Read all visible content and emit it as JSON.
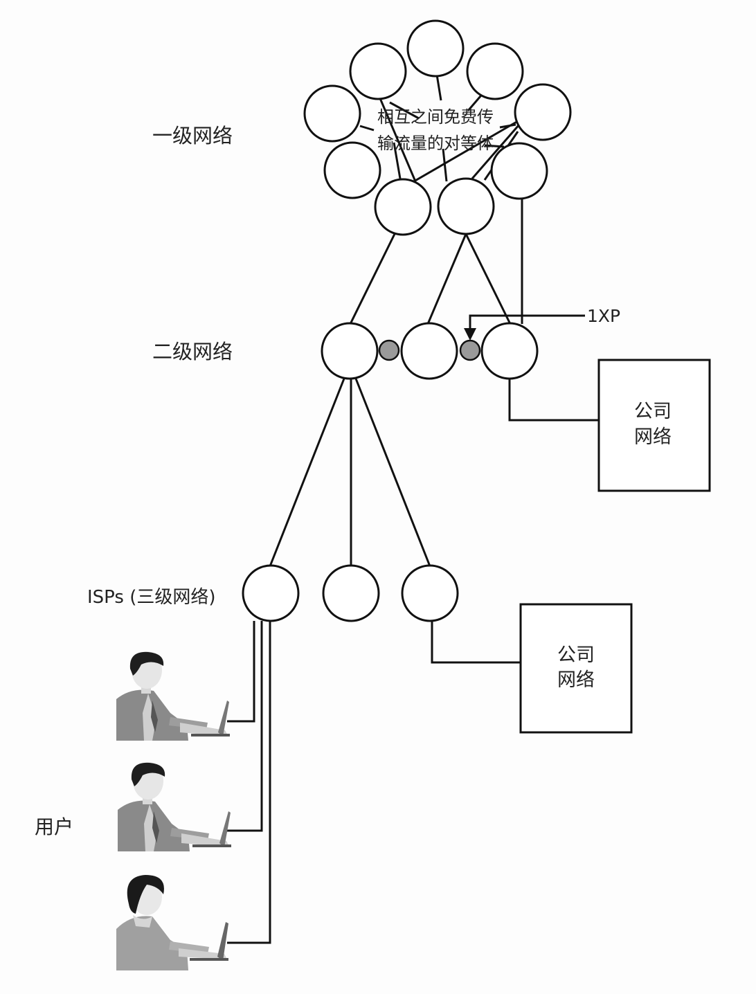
{
  "levels": {
    "tier1": "一级网络",
    "tier2": "二级网络",
    "tier3": "ISPs (三级网络)",
    "users": "用户"
  },
  "peer_note": {
    "line1": "相互之间免费传",
    "line2": "输流量的对等体"
  },
  "ixp_label": "1XP",
  "corporate_networks": [
    {
      "line1": "公司",
      "line2": "网络"
    },
    {
      "line1": "公司",
      "line2": "网络"
    }
  ],
  "colors": {
    "background": "#fdfdfd",
    "line": "#111111",
    "node_fill": "#ffffff",
    "ixp_fill": "#9a9a9a"
  }
}
